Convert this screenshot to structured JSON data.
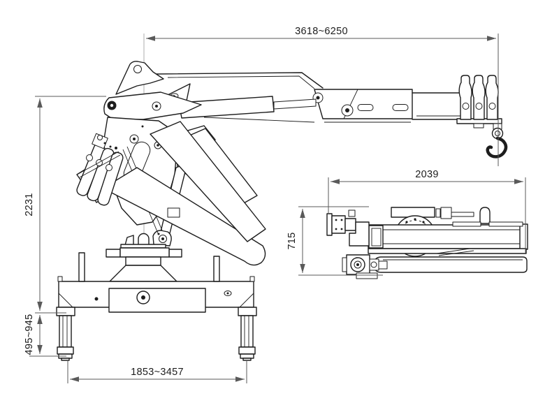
{
  "drawing": {
    "colors": {
      "bg": "#ffffff",
      "line": "#1d1d1d",
      "dim": "#5a5a5a"
    },
    "dimensions": {
      "boom_reach": "3618~6250",
      "overall_height": "2231",
      "leg_extension": "495~945",
      "outrigger_span": "1853~3457",
      "plan_length": "2039",
      "plan_width": "715"
    }
  }
}
